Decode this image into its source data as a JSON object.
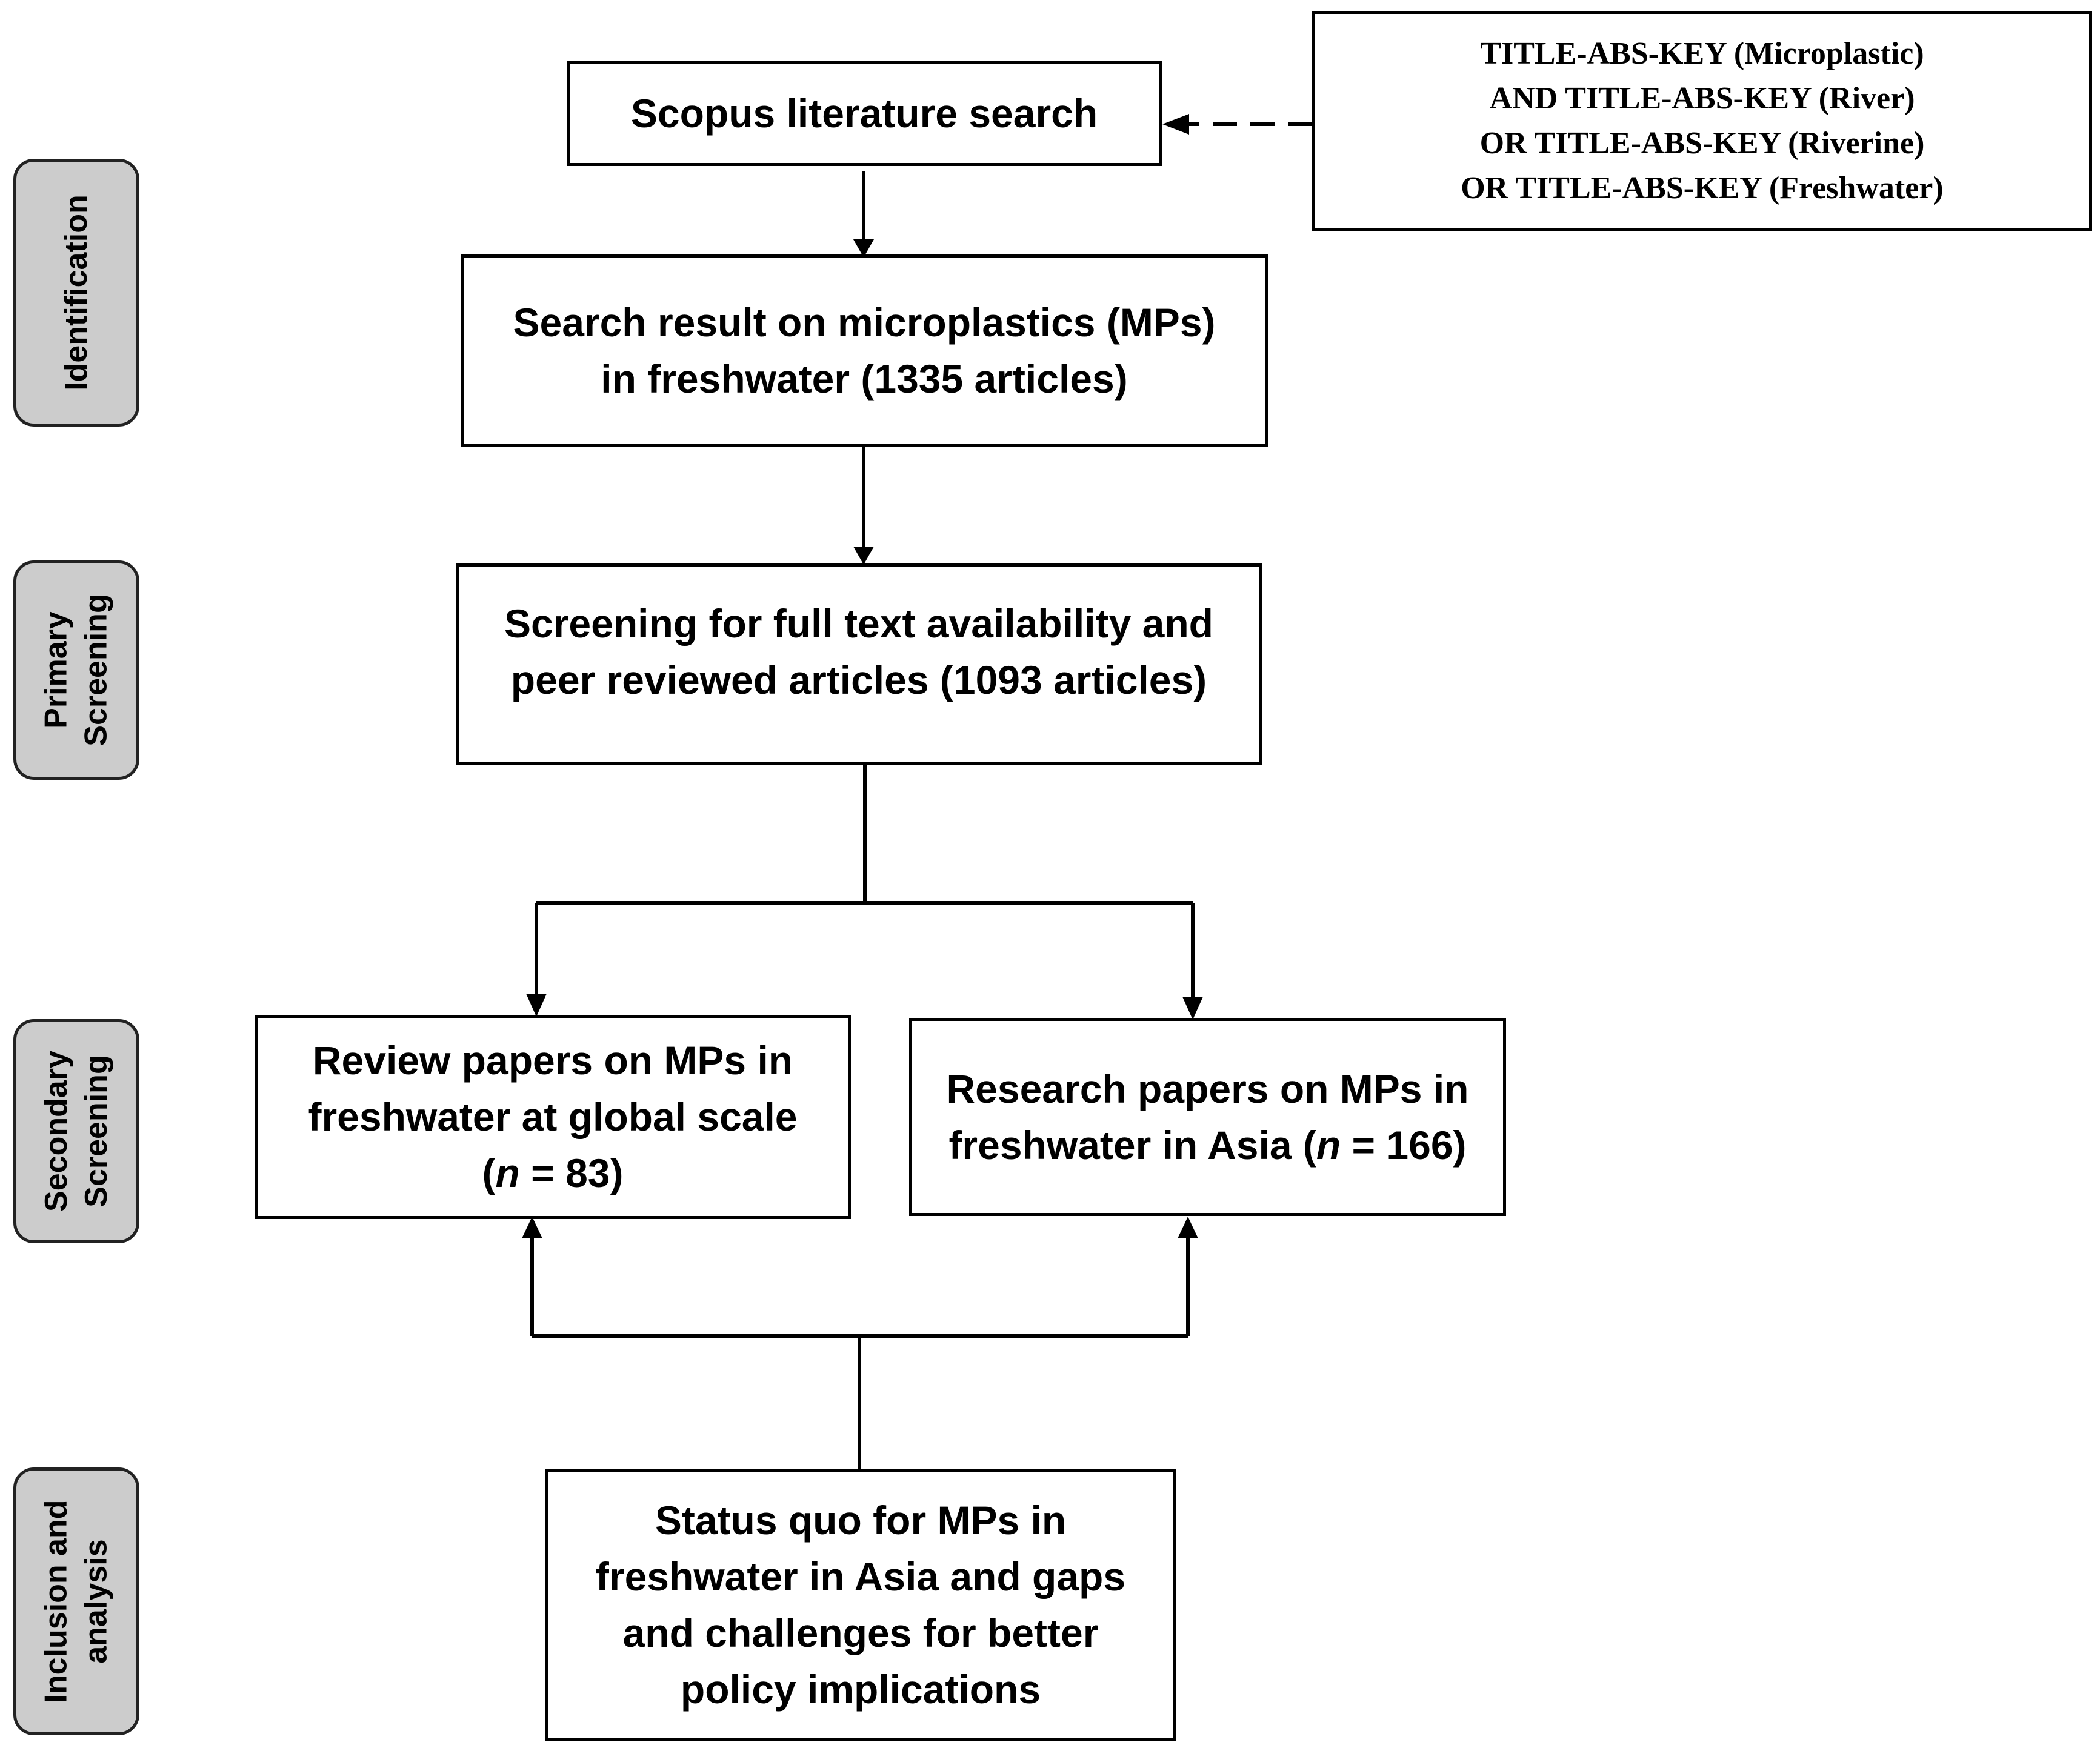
{
  "stages": {
    "identification": [
      "Identification"
    ],
    "primary": [
      "Primary",
      "Screening"
    ],
    "secondary": [
      "Secondary",
      "Screening"
    ],
    "inclusion": [
      "Inclusion and",
      "analysis"
    ]
  },
  "boxes": {
    "scopus": "Scopus literature search",
    "query": [
      "TITLE-ABS-KEY (Microplastic)",
      "AND TITLE-ABS-KEY (River)",
      "OR TITLE-ABS-KEY (Riverine)",
      "OR TITLE-ABS-KEY (Freshwater)"
    ],
    "search_result": [
      "Search result on microplastics (MPs)",
      "in freshwater (1335 articles)"
    ],
    "screening": [
      "Screening for full text availability and",
      "peer reviewed articles (1093 articles)"
    ],
    "review": [
      "Review papers on MPs in",
      "freshwater at global scale"
    ],
    "review_n": {
      "open": "(",
      "n": "n",
      "eq": " = ",
      "value": "83",
      "close": ")"
    },
    "research": [
      "Research papers on MPs in",
      "freshwater in Asia ("
    ],
    "research_n": {
      "n": "n",
      "eq": " = ",
      "value": "166",
      "close": ")"
    },
    "status": [
      "Status quo for MPs in",
      "freshwater in Asia and gaps",
      "and challenges for better",
      "policy implications"
    ]
  }
}
